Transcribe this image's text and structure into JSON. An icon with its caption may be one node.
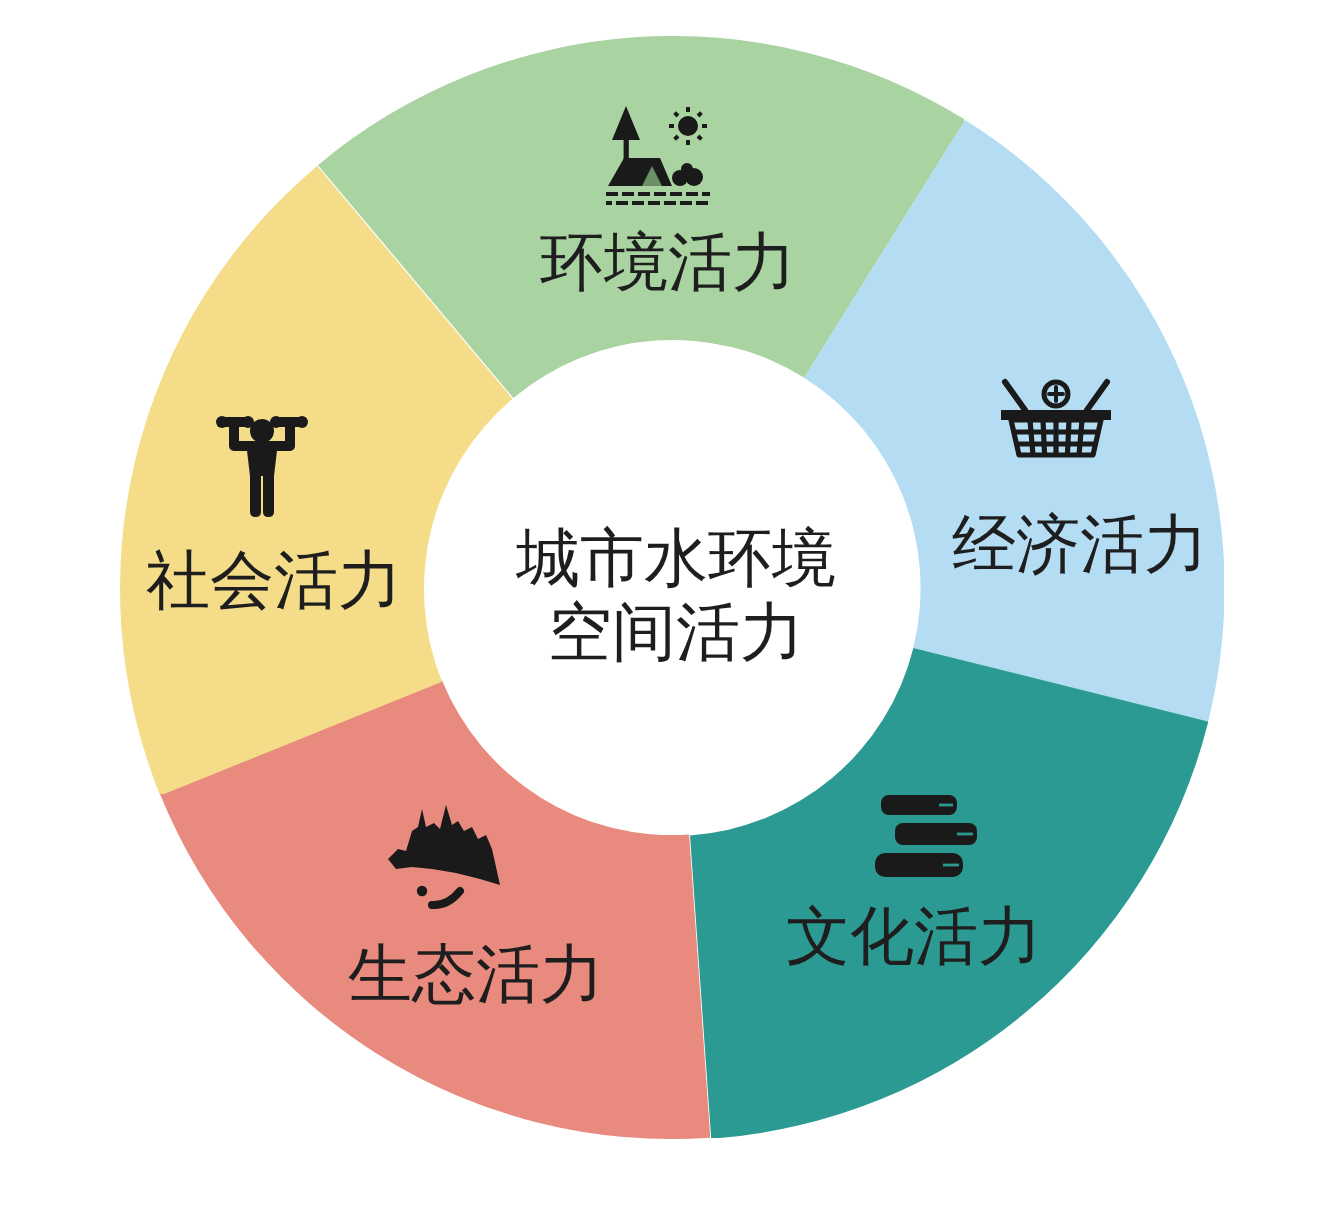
{
  "diagram": {
    "nodes": [
      {
        "text": [
          "城市水环境空间活力"
        ]
      },
      {
        "text": [
          "环境活力"
        ]
      },
      {
        "text": [
          "经济活力"
        ]
      },
      {
        "text": [
          "文化活力"
        ]
      },
      {
        "text": [
          "生态活力"
        ]
      },
      {
        "text": [
          "社会活力"
        ]
      }
    ]
  }
}
